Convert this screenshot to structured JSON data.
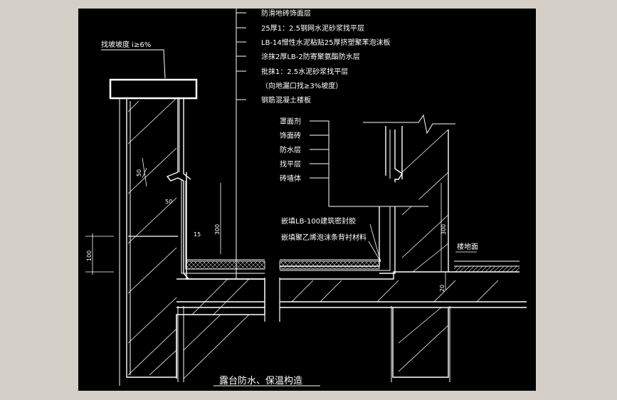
{
  "title": "露台防水、保温构造",
  "slope_label": "找坡坡度 i≥6%",
  "layers_top": [
    "防滑地砖饰面层",
    "25厚1：2.5钢网水泥砂浆找平层",
    "LB-14憎性水泥粘贴25厚挤塑聚苯泡沫板",
    "涂抹2厚LB-2防寄聚氨酯防水层",
    "批抹1：2.5水泥砂浆找平层",
    "（向地漏口找≥3%坡度）",
    "钢筋混凝土楼板"
  ],
  "layers_wall": [
    "罩面剂",
    "饰面砖",
    "防水层",
    "找平层",
    "砖墙体"
  ],
  "sealant_labels": [
    "嵌填LB-100建筑密封胶",
    "嵌填聚乙烯泡沫条背衬材料"
  ],
  "floor_label": "楼地面",
  "dims": {
    "d50_vertical": "50",
    "d50_horizontal": "50",
    "d15": "15",
    "d300_left": "300",
    "d300_right": "300",
    "d100": "100",
    "d20": "20"
  },
  "colors": {
    "background": "#000000",
    "frame": "#d4d0c8",
    "lines": "#ffffff"
  }
}
